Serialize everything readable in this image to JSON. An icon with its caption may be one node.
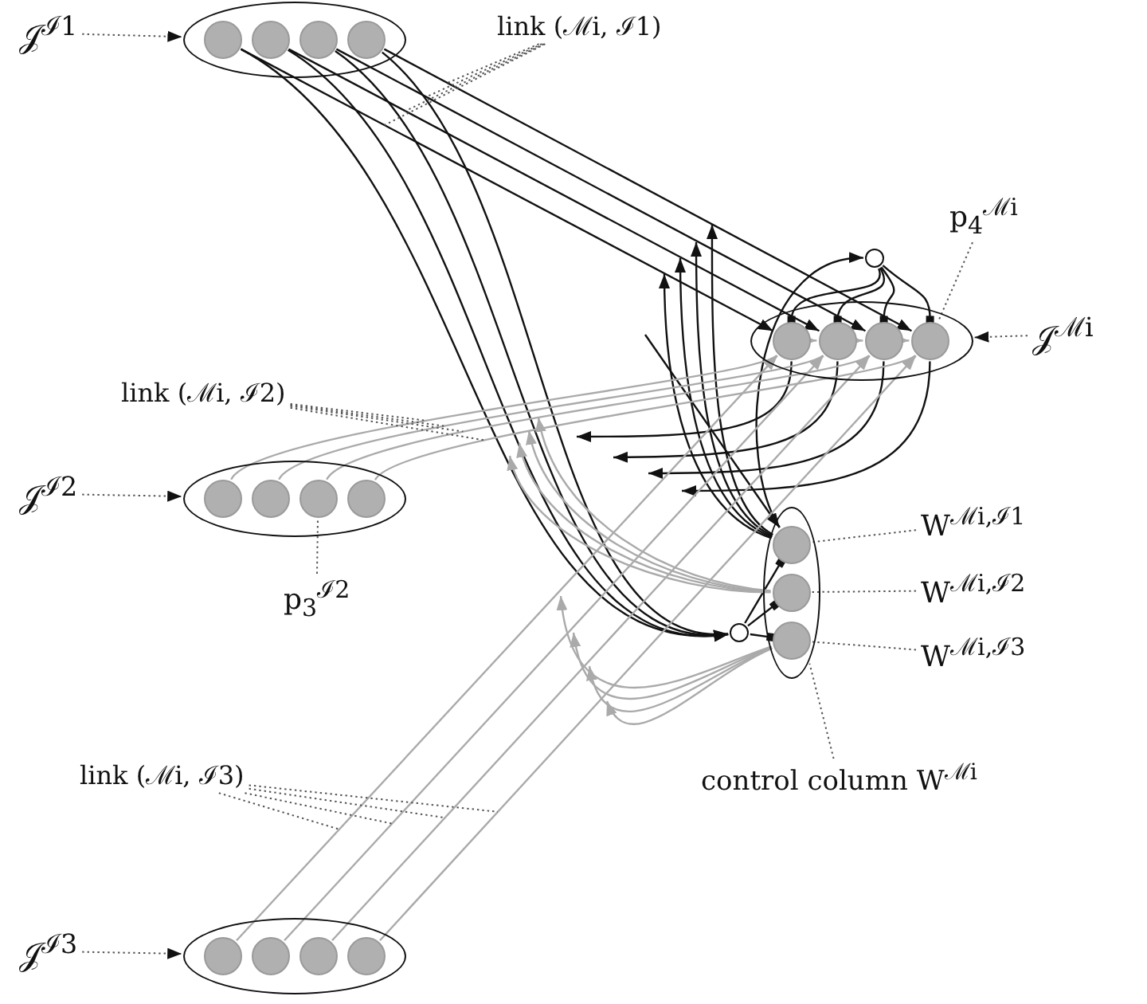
{
  "diagram": {
    "nodes": [
      {
        "text": [
          "𝒥$^{ℐ1}$"
        ]
      },
      {
        "text": [],
        "shape": "ellipse"
      },
      {
        "text": [],
        "shape": "circle",
        "in": 1
      },
      {
        "text": [],
        "shape": "circle",
        "in": 1
      },
      {
        "text": [],
        "shape": "circle",
        "in": 1
      },
      {
        "text": [],
        "shape": "circle",
        "in": 1
      },
      {
        "text": [
          "𝒥$^{ℐ2}$"
        ]
      },
      {
        "text": [],
        "shape": "ellipse"
      },
      {
        "text": [],
        "shape": "circle",
        "in": 7
      },
      {
        "text": [],
        "shape": "circle",
        "in": 7
      },
      {
        "text": [],
        "shape": "circle",
        "in": 7
      },
      {
        "text": [],
        "shape": "circle",
        "in": 7
      },
      {
        "text": [
          "p$_{3}$$^{ℐ2}$"
        ]
      },
      {
        "text": [
          "𝒥$^{ℐ3}$"
        ]
      },
      {
        "text": [],
        "shape": "ellipse"
      },
      {
        "text": [],
        "shape": "circle",
        "in": 14
      },
      {
        "text": [],
        "shape": "circle",
        "in": 14
      },
      {
        "text": [],
        "shape": "circle",
        "in": 14
      },
      {
        "text": [],
        "shape": "circle",
        "in": 14
      },
      {
        "text": [
          "𝒥$^{ℳi}$"
        ]
      },
      {
        "text": [],
        "shape": "ellipse"
      },
      {
        "text": [],
        "shape": "circle",
        "in": 20
      },
      {
        "text": [],
        "shape": "circle",
        "in": 20
      },
      {
        "text": [],
        "shape": "circle",
        "in": 20
      },
      {
        "text": [],
        "shape": "circle",
        "in": 20
      },
      {
        "text": [
          "p$_{4}$$^{ℳi}$"
        ]
      },
      {
        "text": [],
        "shape": "circle"
      },
      {
        "text": [],
        "shape": "ellipse"
      },
      {
        "text": [],
        "shape": "circle",
        "in": 27
      },
      {
        "text": [],
        "shape": "circle",
        "in": 27
      },
      {
        "text": [],
        "shape": "circle",
        "in": 27
      },
      {
        "text": [
          "W$^{ℳi,ℐ1}$"
        ]
      },
      {
        "text": [
          "W$^{ℳi,ℐ2}$"
        ]
      },
      {
        "text": [
          "W$^{ℳi,ℐ3}$"
        ]
      },
      {
        "text": [
          "control column W$^{ℳi}$"
        ]
      },
      {
        "text": [],
        "shape": "circle"
      },
      {
        "text": [
          "link (ℳi, ℐ1)"
        ]
      },
      {
        "text": [
          "link (ℳi, ℐ2)"
        ]
      },
      {
        "text": [
          "link (ℳi, ℐ3)"
        ]
      }
    ],
    "edges": [
      {
        "from": 0,
        "to": 1,
        "arrow": "to",
        "style": "dashed"
      },
      {
        "from": 6,
        "to": 7,
        "arrow": "to",
        "style": "dashed"
      },
      {
        "from": 13,
        "to": 14,
        "arrow": "to",
        "style": "dashed"
      },
      {
        "from": 19,
        "to": 20,
        "arrow": "to",
        "style": "dashed"
      },
      {
        "from": 12,
        "to": 10,
        "arrow": "none",
        "style": "dashed"
      },
      {
        "from": 25,
        "to": 24,
        "arrow": "none",
        "style": "dashed"
      },
      {
        "from": 31,
        "to": 28,
        "arrow": "none",
        "style": "dashed"
      },
      {
        "from": 32,
        "to": 29,
        "arrow": "none",
        "style": "dashed"
      },
      {
        "from": 33,
        "to": 30,
        "arrow": "none",
        "style": "dashed"
      },
      {
        "from": 34,
        "to": 27,
        "arrow": "none",
        "style": "dashed"
      },
      {
        "from": 36,
        "to": null,
        "arrow": "none",
        "style": "dashed"
      },
      {
        "from": 36,
        "to": null,
        "arrow": "none",
        "style": "dashed"
      },
      {
        "from": 36,
        "to": null,
        "arrow": "none",
        "style": "dashed"
      },
      {
        "from": 36,
        "to": null,
        "arrow": "none",
        "style": "dashed"
      },
      {
        "from": 37,
        "to": null,
        "arrow": "none",
        "style": "dashed"
      },
      {
        "from": 37,
        "to": null,
        "arrow": "none",
        "style": "dashed"
      },
      {
        "from": 37,
        "to": null,
        "arrow": "none",
        "style": "dashed"
      },
      {
        "from": 37,
        "to": null,
        "arrow": "none",
        "style": "dashed"
      },
      {
        "from": 38,
        "to": null,
        "arrow": "none",
        "style": "dashed"
      },
      {
        "from": 38,
        "to": null,
        "arrow": "none",
        "style": "dashed"
      },
      {
        "from": 38,
        "to": null,
        "arrow": "none",
        "style": "dashed"
      },
      {
        "from": 38,
        "to": null,
        "arrow": "none",
        "style": "dashed"
      },
      {
        "from": 2,
        "to": 21,
        "arrow": "to"
      },
      {
        "from": 3,
        "to": 22,
        "arrow": "to"
      },
      {
        "from": 4,
        "to": 23,
        "arrow": "to"
      },
      {
        "from": 5,
        "to": 24,
        "arrow": "to"
      },
      {
        "from": 2,
        "to": 35,
        "arrow": "to"
      },
      {
        "from": 3,
        "to": 35,
        "arrow": "to"
      },
      {
        "from": 4,
        "to": 35,
        "arrow": "to"
      },
      {
        "from": 5,
        "to": 35,
        "arrow": "to"
      },
      {
        "from": 26,
        "to": 21,
        "arrow": "other"
      },
      {
        "from": 26,
        "to": 22,
        "arrow": "other"
      },
      {
        "from": 26,
        "to": 23,
        "arrow": "other"
      },
      {
        "from": 26,
        "to": 24,
        "arrow": "other"
      },
      {
        "from": 21,
        "to": null,
        "arrow": "to"
      },
      {
        "from": 22,
        "to": null,
        "arrow": "to"
      },
      {
        "from": 23,
        "to": null,
        "arrow": "to"
      },
      {
        "from": 24,
        "to": null,
        "arrow": "to"
      },
      {
        "from": 28,
        "to": null,
        "arrow": "to"
      },
      {
        "from": 28,
        "to": null,
        "arrow": "to"
      },
      {
        "from": 28,
        "to": null,
        "arrow": "to"
      },
      {
        "from": 28,
        "to": null,
        "arrow": "to"
      },
      {
        "from": 28,
        "to": 26,
        "arrow": "to"
      },
      {
        "from": null,
        "to": 28,
        "arrow": "to"
      },
      {
        "from": 35,
        "to": 28,
        "arrow": "other"
      },
      {
        "from": 35,
        "to": 29,
        "arrow": "other"
      },
      {
        "from": 35,
        "to": 30,
        "arrow": "other"
      },
      {
        "from": 8,
        "to": 21,
        "arrow": "to",
        "color": "#aaaaaa"
      },
      {
        "from": 9,
        "to": 22,
        "arrow": "to",
        "color": "#aaaaaa"
      },
      {
        "from": 10,
        "to": 23,
        "arrow": "to",
        "color": "#aaaaaa"
      },
      {
        "from": 11,
        "to": 24,
        "arrow": "to",
        "color": "#aaaaaa"
      },
      {
        "from": 15,
        "to": 21,
        "arrow": "to",
        "color": "#aaaaaa"
      },
      {
        "from": 16,
        "to": 22,
        "arrow": "to",
        "color": "#aaaaaa"
      },
      {
        "from": 17,
        "to": 23,
        "arrow": "to",
        "color": "#aaaaaa"
      },
      {
        "from": 18,
        "to": 24,
        "arrow": "to",
        "color": "#aaaaaa"
      },
      {
        "from": 21,
        "to": 22,
        "arrow": "to",
        "color": "#aaaaaa"
      },
      {
        "from": 22,
        "to": 23,
        "arrow": "to",
        "color": "#aaaaaa"
      },
      {
        "from": 23,
        "to": 24,
        "arrow": "to",
        "color": "#aaaaaa"
      },
      {
        "from": 29,
        "to": null,
        "arrow": "to",
        "color": "#aaaaaa"
      },
      {
        "from": 29,
        "to": null,
        "arrow": "to",
        "color": "#aaaaaa"
      },
      {
        "from": 29,
        "to": null,
        "arrow": "to",
        "color": "#aaaaaa"
      },
      {
        "from": 29,
        "to": null,
        "arrow": "to",
        "color": "#aaaaaa"
      },
      {
        "from": 30,
        "to": null,
        "arrow": "to",
        "color": "#aaaaaa"
      },
      {
        "from": 30,
        "to": null,
        "arrow": "to",
        "color": "#aaaaaa"
      },
      {
        "from": 30,
        "to": null,
        "arrow": "to",
        "color": "#aaaaaa"
      },
      {
        "from": 30,
        "to": null,
        "arrow": "to",
        "color": "#aaaaaa"
      }
    ]
  }
}
